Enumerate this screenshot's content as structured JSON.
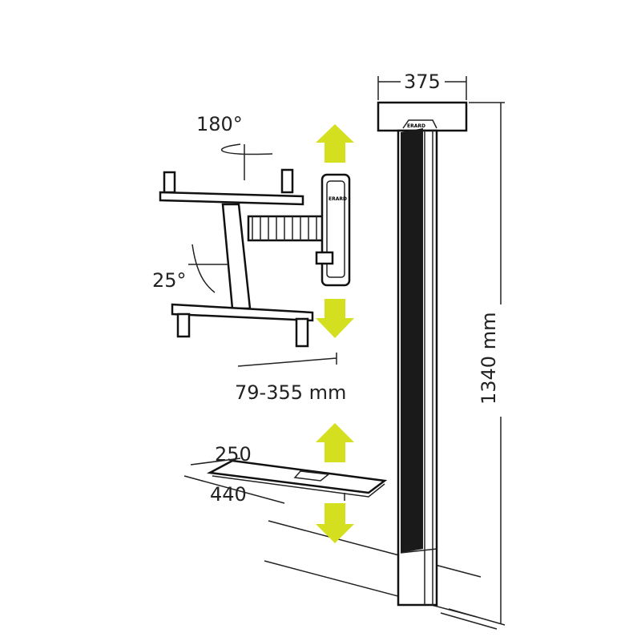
{
  "colors": {
    "arrow": "#d4df1f",
    "column": "#1a1a1a",
    "line": "#222222"
  },
  "brand_logo": "ERARD",
  "dimensions": {
    "top_width": "375",
    "height": "1340 mm",
    "rotation": "180°",
    "tilt": "25°",
    "extension": "79-355 mm",
    "shelf_depth": "250",
    "shelf_width": "440"
  },
  "icons": [
    "arrow-up-icon",
    "arrow-down-icon",
    "arrow-up-icon",
    "arrow-down-icon"
  ]
}
